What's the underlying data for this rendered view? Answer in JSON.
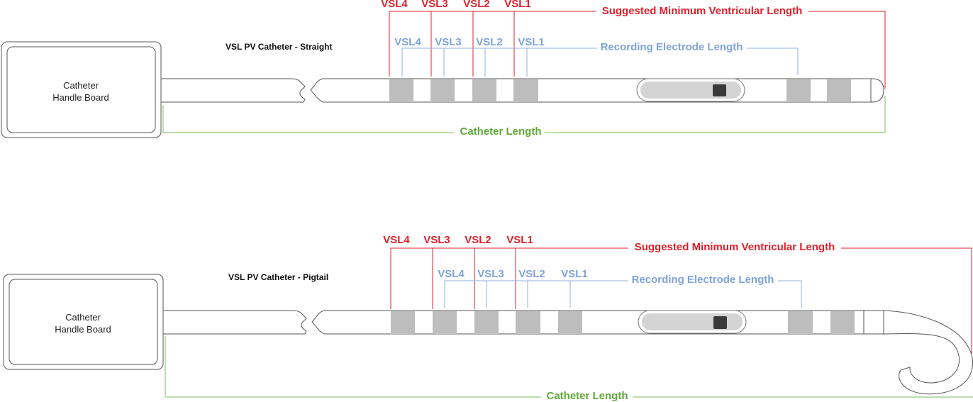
{
  "straight": {
    "title": "VSL PV Catheter -  Straight",
    "handle_line1": "Catheter",
    "handle_line2": "Handle Board",
    "vsl_red": [
      "VSL4",
      "VSL3",
      "VSL2",
      "VSL1"
    ],
    "vsl_blue": [
      "VSL4",
      "VSL3",
      "VSL2",
      "VSL1"
    ],
    "suggested_label": "Suggested Minimum Ventricular Length",
    "recording_label": "Recording Electrode Length",
    "catheter_label": "Catheter Length"
  },
  "pigtail": {
    "title": "VSL PV Catheter -  Pigtail",
    "handle_line1": "Catheter",
    "handle_line2": "Handle Board",
    "vsl_red": [
      "VSL4",
      "VSL3",
      "VSL2",
      "VSL1"
    ],
    "vsl_blue": [
      "VSL4",
      "VSL3",
      "VSL2",
      "VSL1"
    ],
    "suggested_label": "Suggested Minimum Ventricular Length",
    "recording_label": "Recording Electrode Length",
    "catheter_label": "Catheter Length"
  },
  "colors": {
    "suggested": "#e0202c",
    "recording": "#7fa3d8",
    "catheter": "#5fa83a",
    "electrode": "#bdbdbd"
  }
}
